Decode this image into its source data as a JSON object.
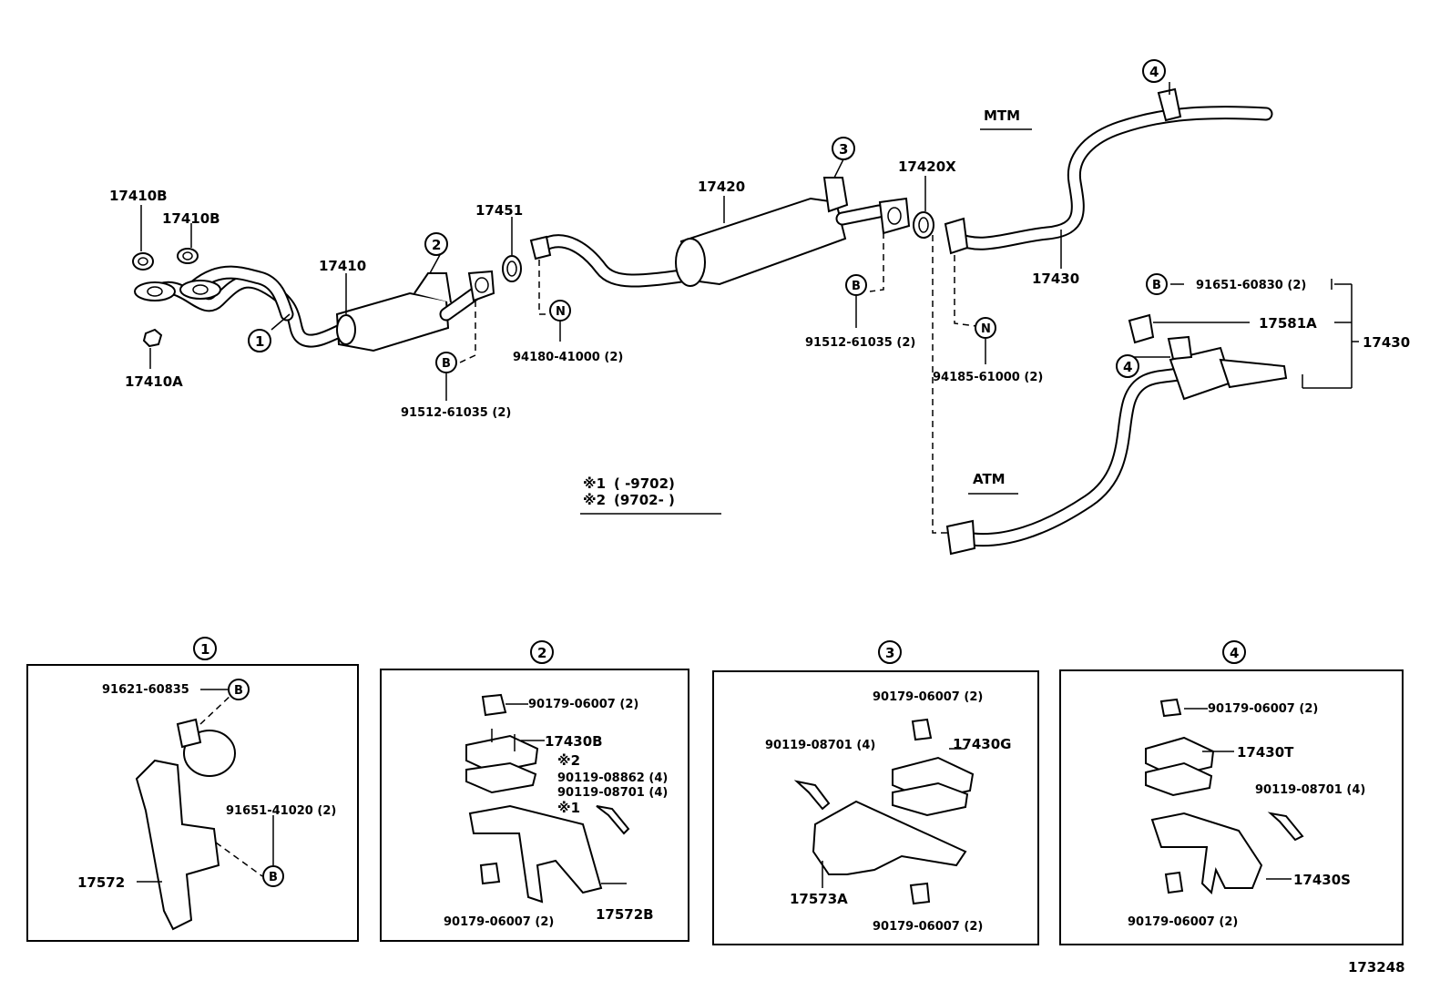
{
  "labels": {
    "p17410b_1": "17410B",
    "p17410b_2": "17410B",
    "p17410": "17410",
    "p17410a": "17410A",
    "p17451": "17451",
    "p17420": "17420",
    "p17420x": "17420X",
    "p17430_mtm": "17430",
    "p17430_group": "17430",
    "p17581a": "17581A",
    "p91651_60830": "91651-60830 (2)",
    "p91512_a": "91512-61035 (2)",
    "p91512_b": "91512-61035 (2)",
    "p94180": "94180-41000 (2)",
    "p94185": "94185-61000 (2)",
    "mtm": "MTM",
    "atm": "ATM",
    "note1_mark": "※1",
    "note2_mark": "※2",
    "note1_range": "(      -9702)",
    "note2_range": "(9702-      )",
    "fig_no": "173248"
  },
  "callouts": {
    "c1": "1",
    "c2": "2",
    "c3": "3",
    "c4": "4",
    "B": "B",
    "N": "N"
  },
  "detail1": {
    "title": "1",
    "p91621": "91621-60835",
    "p91651": "91651-41020 (2)",
    "p17572": "17572"
  },
  "detail2": {
    "title": "2",
    "p90179_top": "90179-06007 (2)",
    "p17430b": "17430B",
    "mark2": "※2",
    "p90119_08862": "90119-08862 (4)",
    "p90119_08701": "90119-08701 (4)",
    "mark1": "※1",
    "p90179_bot": "90179-06007 (2)",
    "p17572b": "17572B"
  },
  "detail3": {
    "title": "3",
    "p90179_top": "90179-06007 (2)",
    "p90119": "90119-08701 (4)",
    "p17430g": "17430G",
    "p17573a": "17573A",
    "p90179_bot": "90179-06007 (2)"
  },
  "detail4": {
    "title": "4",
    "p90179_top": "90179-06007 (2)",
    "p17430t": "17430T",
    "p90119": "90119-08701 (4)",
    "p17430s": "17430S",
    "p90179_bot": "90179-06007 (2)"
  }
}
